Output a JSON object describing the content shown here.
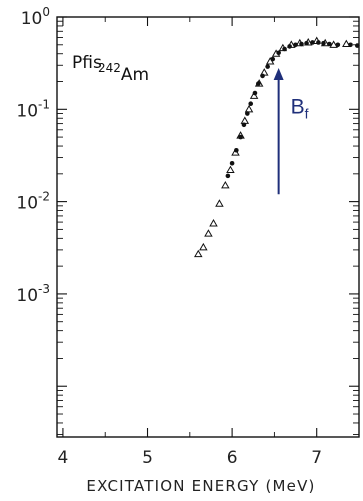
{
  "chart_data": {
    "type": "scatter",
    "title": "",
    "xlabel": "EXCITATION ENERGY (MeV)",
    "ylabel": "Pfis",
    "x_ticks": [
      "4",
      "5",
      "6",
      "7"
    ],
    "y_ticks": [
      {
        "base": "10",
        "exp": "0"
      },
      {
        "base": "10",
        "exp": "-1"
      },
      {
        "base": "10",
        "exp": "-2"
      },
      {
        "base": "10",
        "exp": "-3"
      }
    ],
    "xlim": [
      3.93,
      7.5
    ],
    "ylim_log10": [
      -4.55,
      0
    ],
    "y_scale": "log",
    "label_isotope": {
      "mass": "242",
      "element": "Am"
    },
    "annotation": {
      "text": "B",
      "subscript": "f",
      "color": "#1f2f7a",
      "x": 6.55,
      "y_from": 0.012,
      "y_to": 0.28
    },
    "series": [
      {
        "marker": "open-triangle",
        "points": [
          [
            5.6,
            0.0027
          ],
          [
            5.66,
            0.0032
          ],
          [
            5.72,
            0.0045
          ],
          [
            5.78,
            0.0058
          ],
          [
            5.85,
            0.0095
          ],
          [
            5.92,
            0.015
          ],
          [
            5.98,
            0.022
          ],
          [
            6.04,
            0.034
          ],
          [
            6.1,
            0.052
          ],
          [
            6.15,
            0.075
          ],
          [
            6.2,
            0.1
          ],
          [
            6.26,
            0.14
          ],
          [
            6.32,
            0.19
          ],
          [
            6.38,
            0.25
          ],
          [
            6.45,
            0.33
          ],
          [
            6.52,
            0.4
          ],
          [
            6.6,
            0.46
          ],
          [
            6.7,
            0.5
          ],
          [
            6.8,
            0.52
          ],
          [
            6.9,
            0.53
          ],
          [
            7.0,
            0.55
          ],
          [
            7.1,
            0.52
          ],
          [
            7.2,
            0.5
          ],
          [
            7.35,
            0.51
          ]
        ]
      },
      {
        "marker": "filled-dot",
        "points": [
          [
            5.95,
            0.019
          ],
          [
            6.0,
            0.026
          ],
          [
            6.05,
            0.036
          ],
          [
            6.1,
            0.05
          ],
          [
            6.14,
            0.068
          ],
          [
            6.18,
            0.09
          ],
          [
            6.22,
            0.115
          ],
          [
            6.27,
            0.15
          ],
          [
            6.31,
            0.19
          ],
          [
            6.36,
            0.23
          ],
          [
            6.42,
            0.29
          ],
          [
            6.48,
            0.35
          ],
          [
            6.55,
            0.41
          ],
          [
            6.62,
            0.45
          ],
          [
            6.68,
            0.48
          ],
          [
            6.75,
            0.5
          ],
          [
            6.82,
            0.51
          ],
          [
            6.88,
            0.52
          ],
          [
            6.95,
            0.53
          ],
          [
            7.02,
            0.53
          ],
          [
            7.08,
            0.52
          ],
          [
            7.15,
            0.51
          ],
          [
            7.25,
            0.5
          ],
          [
            7.4,
            0.5
          ],
          [
            7.48,
            0.49
          ]
        ]
      }
    ]
  }
}
